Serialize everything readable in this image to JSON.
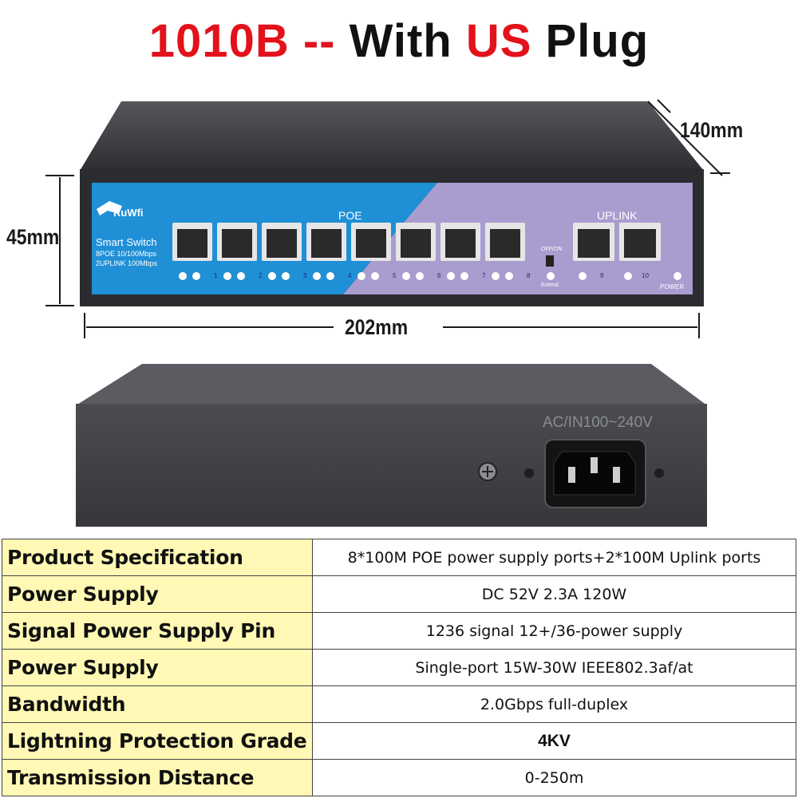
{
  "headline": {
    "model": "1010B",
    "separator": "--",
    "with": "With",
    "plug": "US",
    "plug_suffix": "Plug"
  },
  "dimensions": {
    "depth": "140mm",
    "height": "45mm",
    "width": "202mm"
  },
  "front_panel": {
    "brand": "KuWfi",
    "product": "Smart Switch",
    "line1": "8POE 10/100Mbps",
    "line2": "2UPLINK 100Mbps",
    "poe_label": "POE",
    "uplink_label": "UPLINK",
    "switch_label": "OFF/ON",
    "extend_label": "Extend",
    "power_label": "POWER",
    "port_numbers": [
      "1",
      "2",
      "3",
      "4",
      "5",
      "6",
      "7",
      "8",
      "9",
      "10"
    ],
    "colors": {
      "blue": "#1f8fd6",
      "lavender": "#a99ccf",
      "chassis": "#3b3d42"
    }
  },
  "back_panel": {
    "power_label": "AC/IN100~240V"
  },
  "specs": [
    {
      "key": "Product Specification",
      "value": "8*100M POE power supply ports+2*100M Uplink ports"
    },
    {
      "key": "Power Supply",
      "value": "DC 52V 2.3A 120W"
    },
    {
      "key": "Signal Power Supply Pin",
      "value": "1236 signal 12+/36-power supply"
    },
    {
      "key": "Power Supply",
      "value": "Single-port 15W-30W IEEE802.3af/at"
    },
    {
      "key": "Bandwidth",
      "value": "2.0Gbps full-duplex"
    },
    {
      "key": "Lightning Protection Grade",
      "value": "4KV"
    },
    {
      "key": "Transmission Distance",
      "value": "0-250m"
    }
  ],
  "specs_colors": {
    "key_bg": "#fff9b5",
    "title_red": "#e3111b"
  }
}
